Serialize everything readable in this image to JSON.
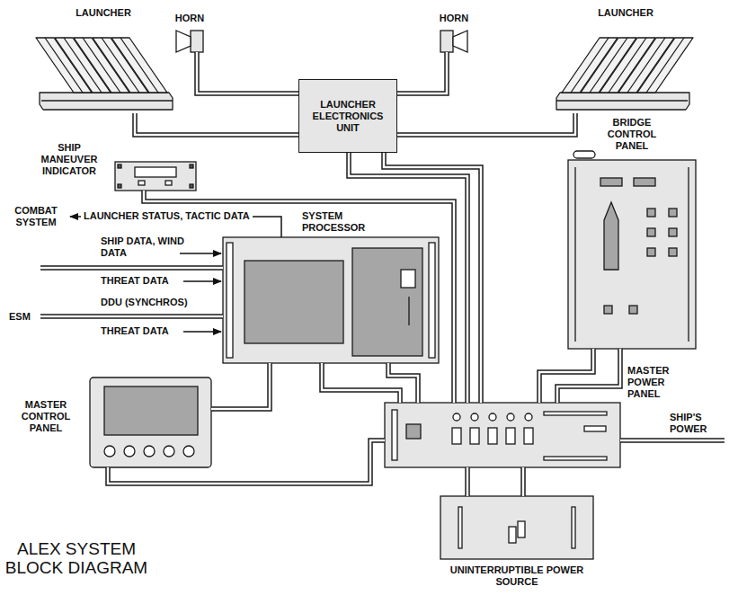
{
  "diagram": {
    "title": "ALEX SYSTEM BLOCK DIAGRAM",
    "nodes": [
      {
        "text": [
          "LAUNCHER"
        ]
      },
      {
        "text": [
          "HORN"
        ]
      },
      {
        "text": [
          "LAUNCHER ELECTRONICS UNIT"
        ]
      },
      {
        "text": [
          "HORN"
        ]
      },
      {
        "text": [
          "LAUNCHER"
        ]
      },
      {
        "text": [
          "SHIP MANEUVER INDICATOR"
        ]
      },
      {
        "text": [
          "BRIDGE CONTROL PANEL"
        ]
      },
      {
        "text": [
          "SYSTEM PROCESSOR"
        ]
      },
      {
        "text": [
          "MASTER CONTROL PANEL"
        ]
      },
      {
        "text": [
          "MASTER POWER PANEL"
        ]
      },
      {
        "text": [
          "UNINTERRUPTIBLE POWER SOURCE"
        ]
      }
    ],
    "edges": [
      {
        "from": 0,
        "to": 2,
        "arrow": "none"
      },
      {
        "from": 1,
        "to": 2,
        "arrow": "none"
      },
      {
        "from": 3,
        "to": 2,
        "arrow": "none"
      },
      {
        "from": 4,
        "to": 2,
        "arrow": "none"
      },
      {
        "from": 2,
        "to": 9,
        "arrow": "none"
      },
      {
        "from": 2,
        "to": 9,
        "arrow": "none"
      },
      {
        "from": 5,
        "to": 9,
        "arrow": "none"
      },
      {
        "from": 7,
        "to": 8,
        "arrow": "none"
      },
      {
        "from": 7,
        "to": 9,
        "arrow": "none"
      },
      {
        "from": 7,
        "to": 9,
        "arrow": "none"
      },
      {
        "from": 8,
        "to": 9,
        "arrow": "none"
      },
      {
        "from": 6,
        "to": 9,
        "arrow": "none"
      },
      {
        "from": 6,
        "to": 9,
        "arrow": "none"
      },
      {
        "from": 9,
        "to": 10,
        "arrow": "none"
      },
      {
        "from": 9,
        "to": 10,
        "arrow": "none"
      }
    ],
    "labels": [
      "COMBAT SYSTEM",
      "LAUNCHER STATUS, TACTIC DATA",
      "SHIP DATA, WIND DATA",
      "THREAT DATA",
      "DDU (SYNCHROS)",
      "ESM",
      "THREAT DATA",
      "SHIP'S POWER"
    ]
  }
}
